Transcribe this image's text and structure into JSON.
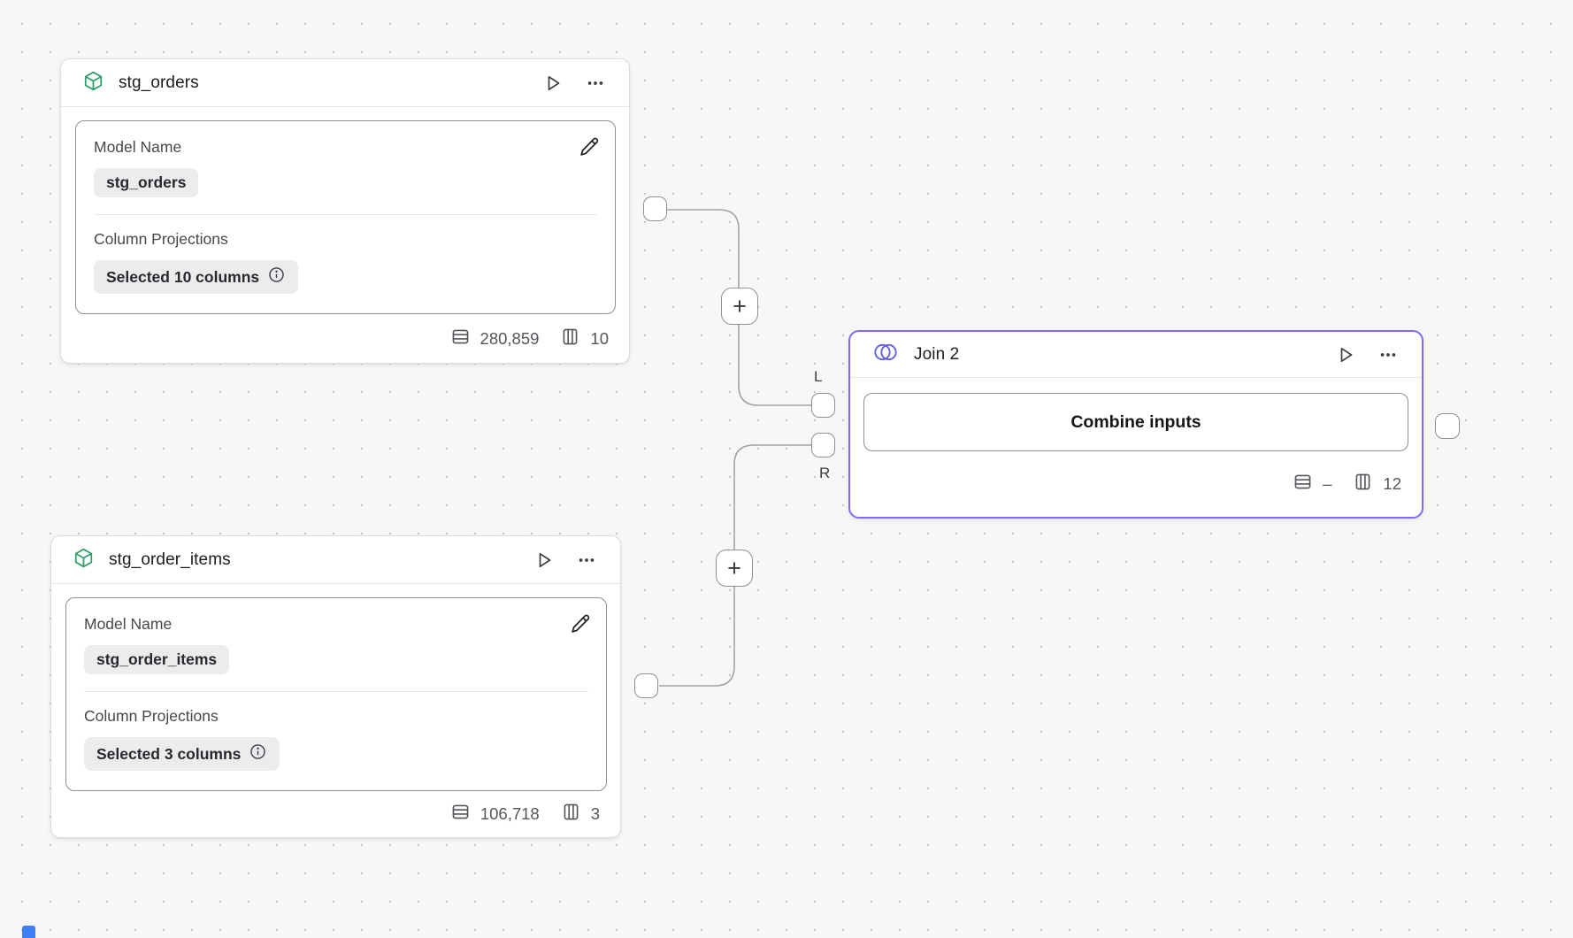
{
  "canvas": {
    "background": "#f7f7f7",
    "dot_color": "#c9c9c9"
  },
  "accents": {
    "join_border": "#7d70f0",
    "model_icon_green": "#2f9e68",
    "join_icon_indigo": "#5b5ce2",
    "selection_blue": "#3d7ff5"
  },
  "icons": {
    "model": "cube",
    "join": "venn-circles",
    "run": "play",
    "menu": "ellipsis",
    "edit": "pencil",
    "info": "info-circle",
    "rows": "table-rows",
    "columns": "table-columns",
    "add": "plus"
  },
  "nodes": [
    {
      "title": "stg_orders",
      "model_name_label": "Model Name",
      "model_name_value": "stg_orders",
      "projections_label": "Column Projections",
      "projections_value": "Selected 10 columns",
      "stats": {
        "rows": "280,859",
        "columns": "10"
      }
    },
    {
      "title": "stg_order_items",
      "model_name_label": "Model Name",
      "model_name_value": "stg_order_items",
      "projections_label": "Column Projections",
      "projections_value": "Selected 3 columns",
      "stats": {
        "rows": "106,718",
        "columns": "3"
      }
    }
  ],
  "join": {
    "title": "Join 2",
    "button_label": "Combine inputs",
    "left_port_label": "L",
    "right_port_label": "R",
    "stats": {
      "rows": "–",
      "columns": "12"
    }
  },
  "connectors": {
    "add_button_label": "+"
  }
}
